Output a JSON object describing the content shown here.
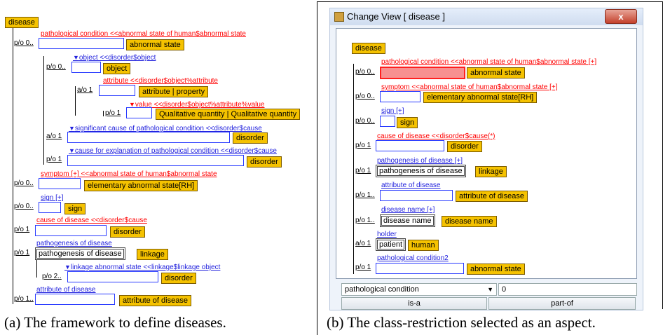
{
  "left": {
    "root": "disease",
    "rows": [
      {
        "card": "p/o 0..",
        "role": "pathological condition <<abnormal state of human$abnormal state",
        "concept": "abnormal state"
      },
      {
        "card": "p/o 0..",
        "role": "object <<disorder$object",
        "concept": "object"
      },
      {
        "card": "a/o 1",
        "role": "attribute <<disorder$object%attribute",
        "concept": "attribute | property"
      },
      {
        "card": "p/o 1",
        "role": "value <<disorder$object%attribute%value",
        "concept": "Qualitative quantity | Qualitative quantity"
      },
      {
        "card": "a/o 1",
        "role": "significant cause of pathological condition <<disorder$cause",
        "concept": "disorder"
      },
      {
        "card": "p/o 1",
        "role": "cause for explanation of pathological condition <<disorder$cause",
        "concept": "disorder"
      },
      {
        "card": "p/o 0..",
        "role": "symptom  [+] <<abnormal state of human$abnormal state",
        "concept": "elementary abnormal state[RH]"
      },
      {
        "card": "p/o 0..",
        "role": "sign  [+]",
        "concept": "sign"
      },
      {
        "card": "p/o 1",
        "role": "cause of disease <<disorder$cause",
        "concept": "disorder"
      },
      {
        "card": "p/o 1",
        "role": "pathogenesis of disease",
        "slot": "pathogenesis of disease",
        "concept": "linkage"
      },
      {
        "card": "p/o 2..",
        "role": "linkage abnormal state <<linkage$linkage object",
        "concept": "disorder"
      },
      {
        "card": "p/o 1..",
        "role": "attribute of disease",
        "concept": "attribute of disease"
      }
    ]
  },
  "window": {
    "title": "Change View [ disease ]",
    "close": "x",
    "root": "disease",
    "rows": [
      {
        "card": "p/o 0..",
        "role": "pathological condition <<abnormal state of human$abnormal state [+]",
        "concept": "abnormal state"
      },
      {
        "card": "p/o 0..",
        "role": "symptom <<abnormal state of human$abnormal state [+]",
        "concept": "elementary abnormal state[RH]"
      },
      {
        "card": "p/o 0..",
        "role": "sign [+]",
        "concept": "sign"
      },
      {
        "card": "p/o 1",
        "role": "cause of disease <<disorder$cause(*)",
        "concept": "disorder"
      },
      {
        "card": "p/o 1",
        "role": "pathogenesis of disease [+]",
        "slot": "pathogenesis of disease",
        "concept": "linkage"
      },
      {
        "card": "p/o 1..",
        "role": "attribute of disease",
        "concept": "attribute of disease"
      },
      {
        "card": "p/o 1..",
        "role": "disease name [+]",
        "slot": "disease name",
        "concept": "disease name"
      },
      {
        "card": "a/o 1",
        "role": "holder",
        "slot": "patient",
        "concept": "human"
      },
      {
        "card": "p/o 1",
        "role": "pathological condition2",
        "concept": "abnormal state"
      }
    ],
    "dropdown": "pathological condition",
    "number": "0",
    "btn_isa": "is-a",
    "btn_partof": "part-of"
  },
  "captions": {
    "a": "(a) The framework to define diseases.",
    "b": "(b) The class-restriction selected as an aspect."
  }
}
